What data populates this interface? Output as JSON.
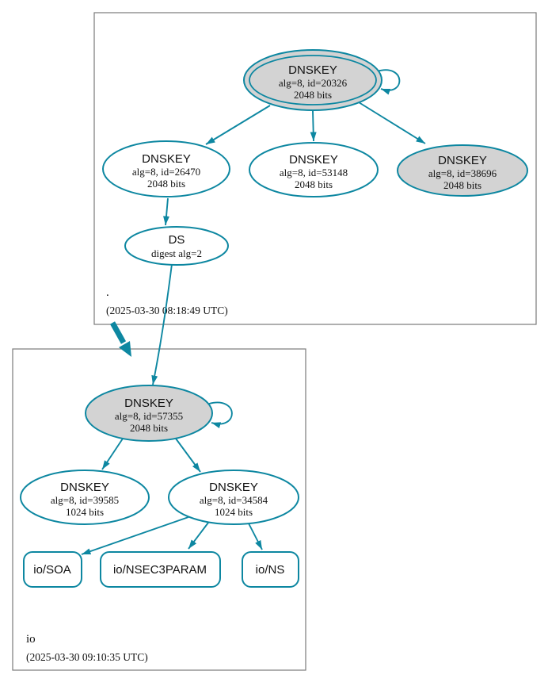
{
  "diagram_type": "dnssec-authentication-chain",
  "colors": {
    "edge_teal": "#0d87a1",
    "node_fill_gray": "#d3d3d3",
    "node_fill_white": "#ffffff",
    "cluster_border": "#7a7a7a",
    "text": "#111111"
  },
  "zones": [
    {
      "name": ".",
      "timestamp": "(2025-03-30 08:18:49 UTC)",
      "nodes": {
        "ksk": {
          "title": "DNSKEY",
          "detail": "alg=8, id=20326",
          "bits": "2048 bits"
        },
        "zsk1": {
          "title": "DNSKEY",
          "detail": "alg=8, id=26470",
          "bits": "2048 bits"
        },
        "zsk2": {
          "title": "DNSKEY",
          "detail": "alg=8, id=53148",
          "bits": "2048 bits"
        },
        "ksk2": {
          "title": "DNSKEY",
          "detail": "alg=8, id=38696",
          "bits": "2048 bits"
        },
        "ds": {
          "title": "DS",
          "detail": "digest alg=2"
        }
      }
    },
    {
      "name": "io",
      "timestamp": "(2025-03-30 09:10:35 UTC)",
      "nodes": {
        "ksk": {
          "title": "DNSKEY",
          "detail": "alg=8, id=57355",
          "bits": "2048 bits"
        },
        "zsk1": {
          "title": "DNSKEY",
          "detail": "alg=8, id=39585",
          "bits": "1024 bits"
        },
        "zsk2": {
          "title": "DNSKEY",
          "detail": "alg=8, id=34584",
          "bits": "1024 bits"
        },
        "rrset_soa": {
          "label": "io/SOA"
        },
        "rrset_nsec3param": {
          "label": "io/NSEC3PARAM"
        },
        "rrset_ns": {
          "label": "io/NS"
        }
      }
    }
  ]
}
